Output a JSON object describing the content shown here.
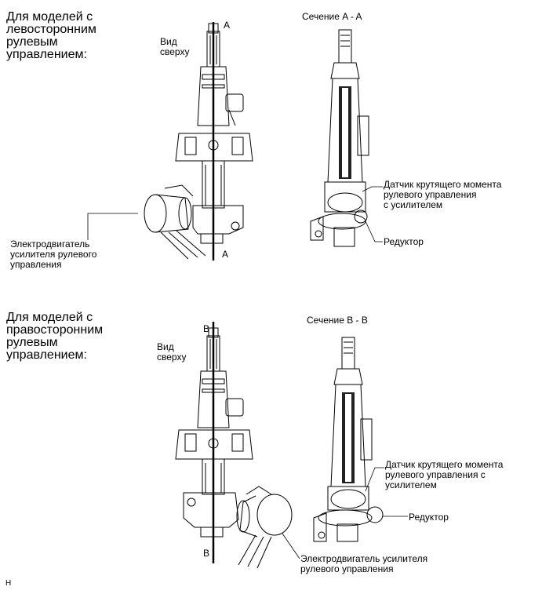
{
  "top": {
    "heading": "Для моделей с\nлевосторонним\nрулевым\nуправлением:",
    "view_label": "Вид\nсверху",
    "section_marker_top": "A",
    "section_marker_bottom": "A",
    "section_title": "Сечение A - A",
    "motor_label": "Электродвигатель\nусилителя рулевого\nуправления",
    "sensor_label": "Датчик крутящего момента\nрулевого управления\nс усилителем",
    "reducer_label": "Редуктор"
  },
  "bottom": {
    "heading": "Для моделей с\nправосторонним\nрулевым\nуправлением:",
    "view_label": "Вид\nсверху",
    "section_marker_top": "B",
    "section_marker_bottom": "B",
    "section_title": "Сечение B - B",
    "motor_label": "Электродвигатель усилителя\nрулевого управления",
    "sensor_label": "Датчик крутящего момента\nрулевого управления с\nусилителем",
    "reducer_label": "Редуктор"
  },
  "footer_code": "H"
}
